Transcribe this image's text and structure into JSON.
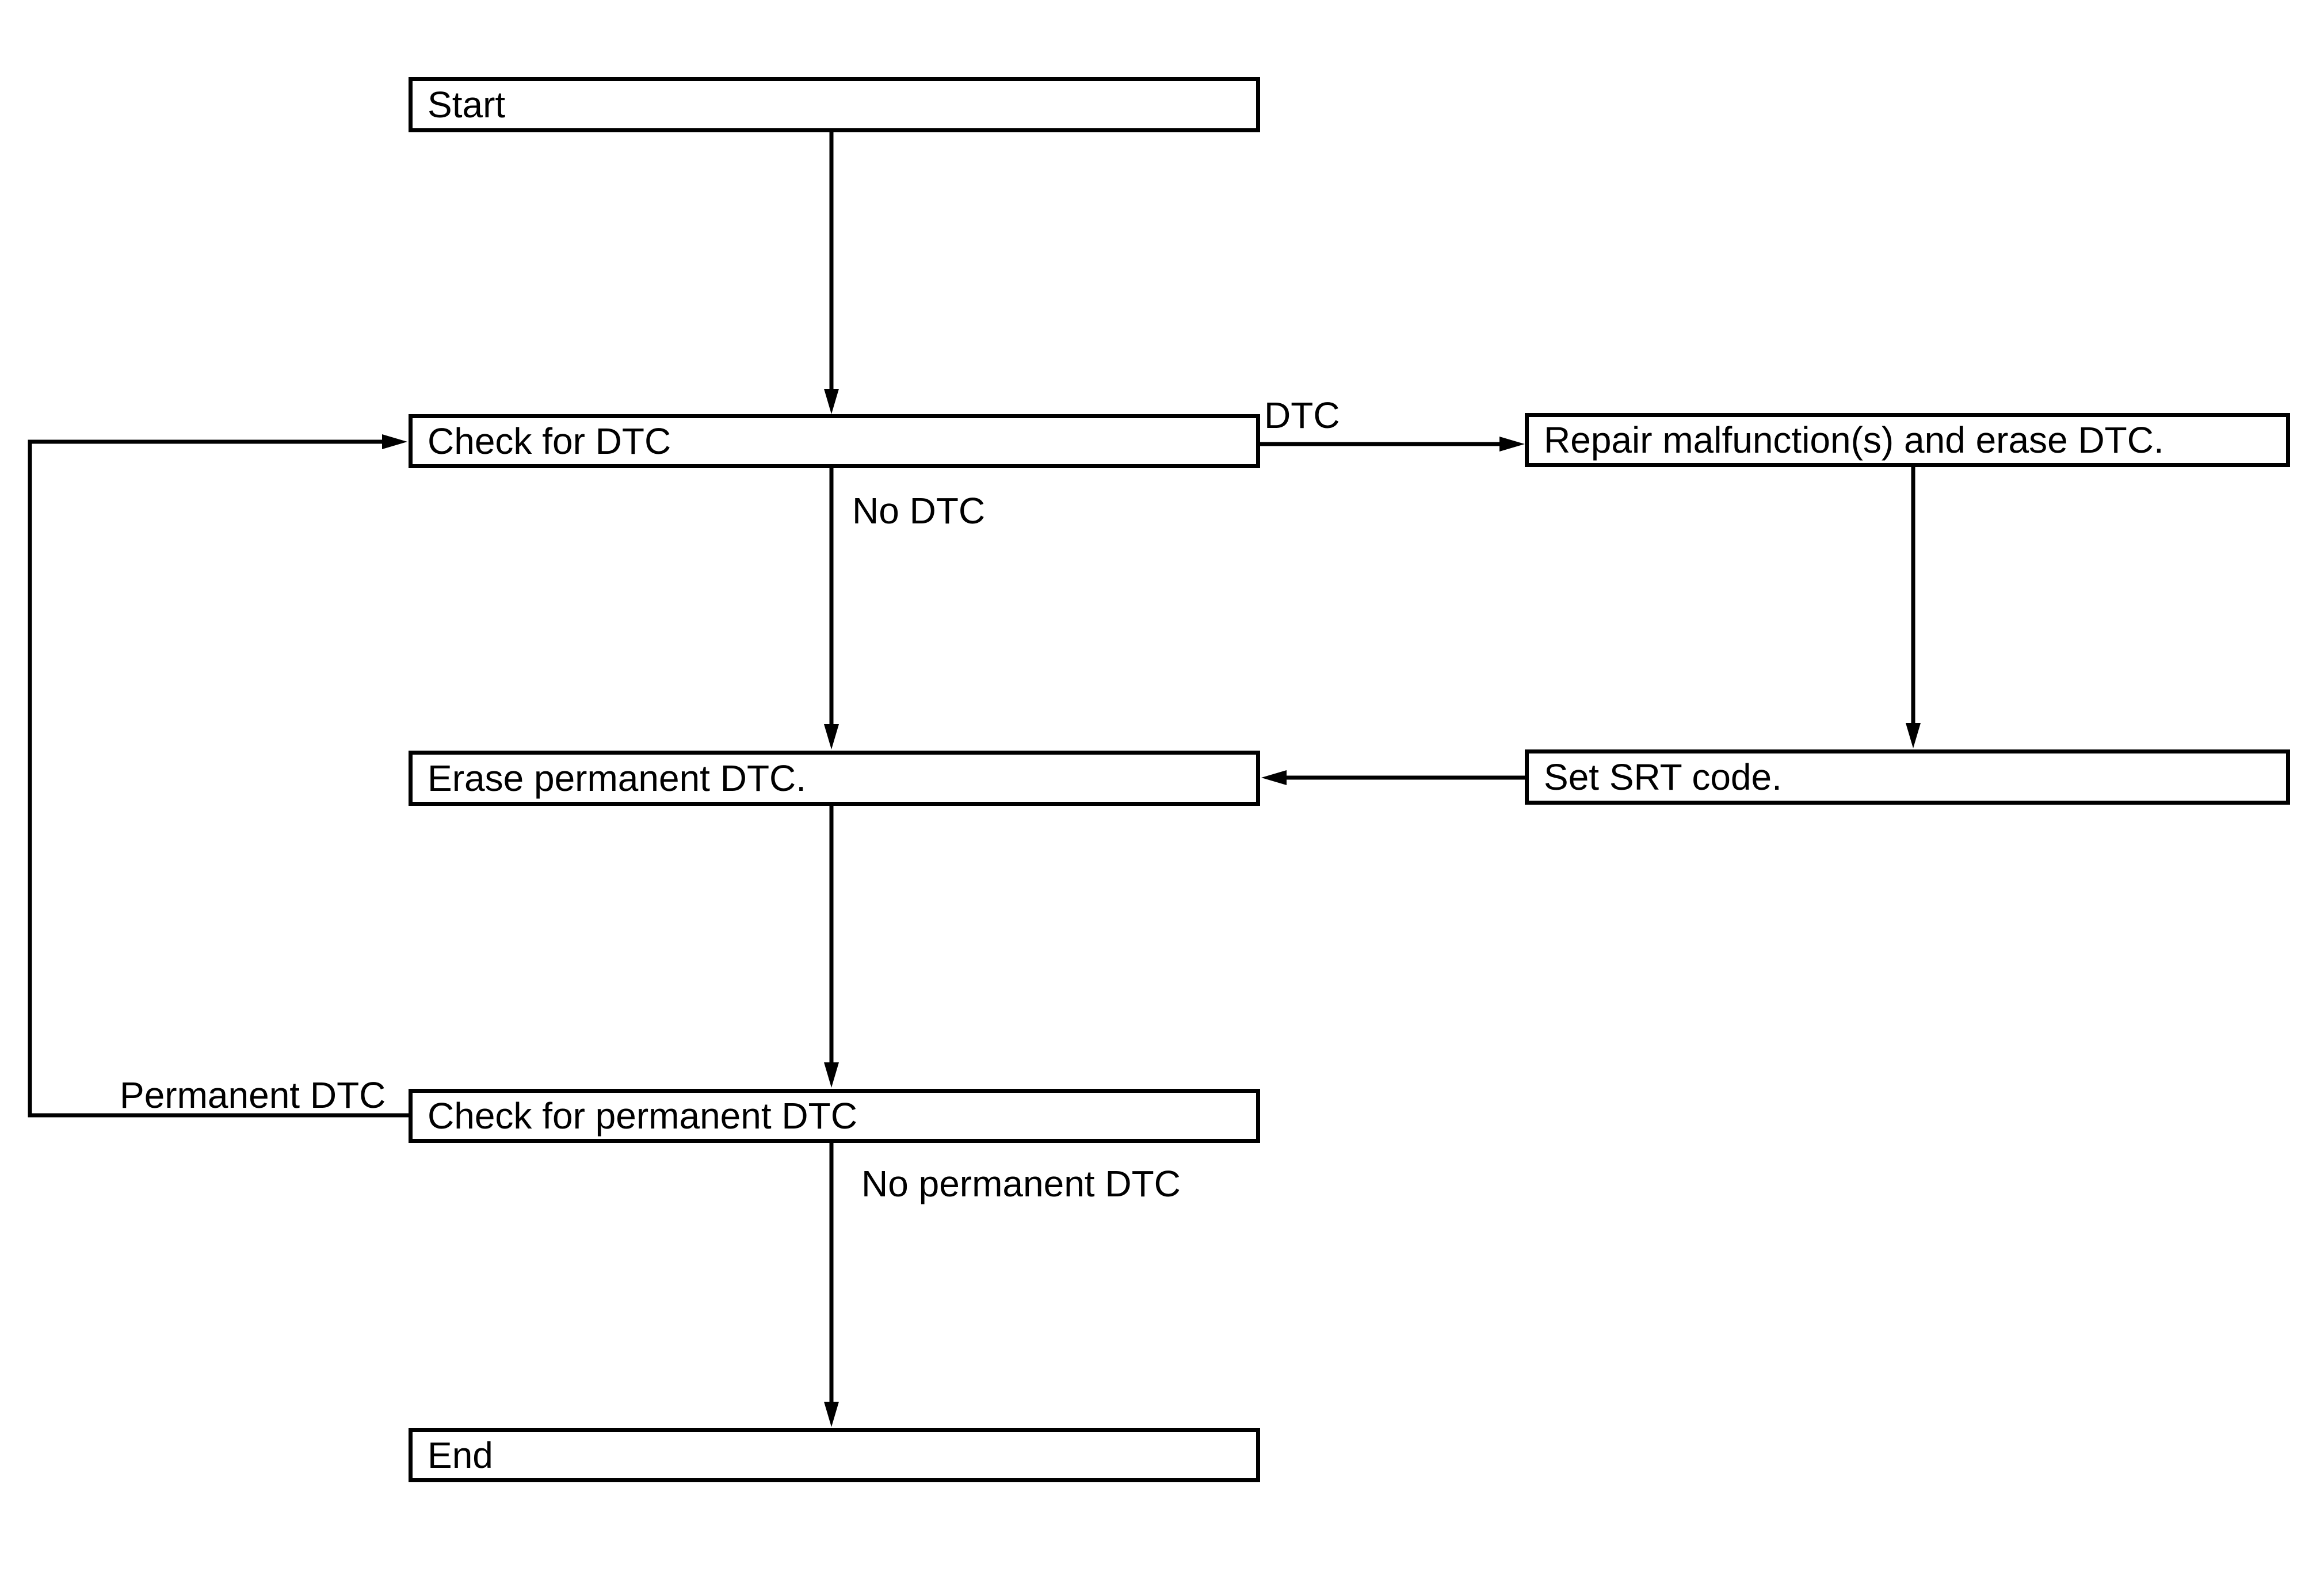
{
  "diagram": {
    "type": "flowchart",
    "background_color": "#ffffff",
    "line_color": "#000000",
    "text_color": "#000000",
    "nodes": [
      {
        "id": "start",
        "label": "Start"
      },
      {
        "id": "check-dtc",
        "label": "Check for DTC"
      },
      {
        "id": "repair",
        "label": "Repair malfunction(s) and erase DTC."
      },
      {
        "id": "erase-permanent-dtc",
        "label": "Erase permanent DTC."
      },
      {
        "id": "set-srt-code",
        "label": "Set SRT code."
      },
      {
        "id": "check-permanent-dtc",
        "label": "Check for permanent DTC"
      },
      {
        "id": "end",
        "label": "End"
      }
    ],
    "edges": [
      {
        "from": "start",
        "to": "check-dtc",
        "label": ""
      },
      {
        "from": "check-dtc",
        "to": "repair",
        "label": "DTC"
      },
      {
        "from": "check-dtc",
        "to": "erase-permanent-dtc",
        "label": "No DTC"
      },
      {
        "from": "repair",
        "to": "set-srt-code",
        "label": ""
      },
      {
        "from": "set-srt-code",
        "to": "erase-permanent-dtc",
        "label": ""
      },
      {
        "from": "erase-permanent-dtc",
        "to": "check-permanent-dtc",
        "label": ""
      },
      {
        "from": "check-permanent-dtc",
        "to": "check-dtc",
        "label": "Permanent DTC"
      },
      {
        "from": "check-permanent-dtc",
        "to": "end",
        "label": "No permanent DTC"
      }
    ]
  }
}
